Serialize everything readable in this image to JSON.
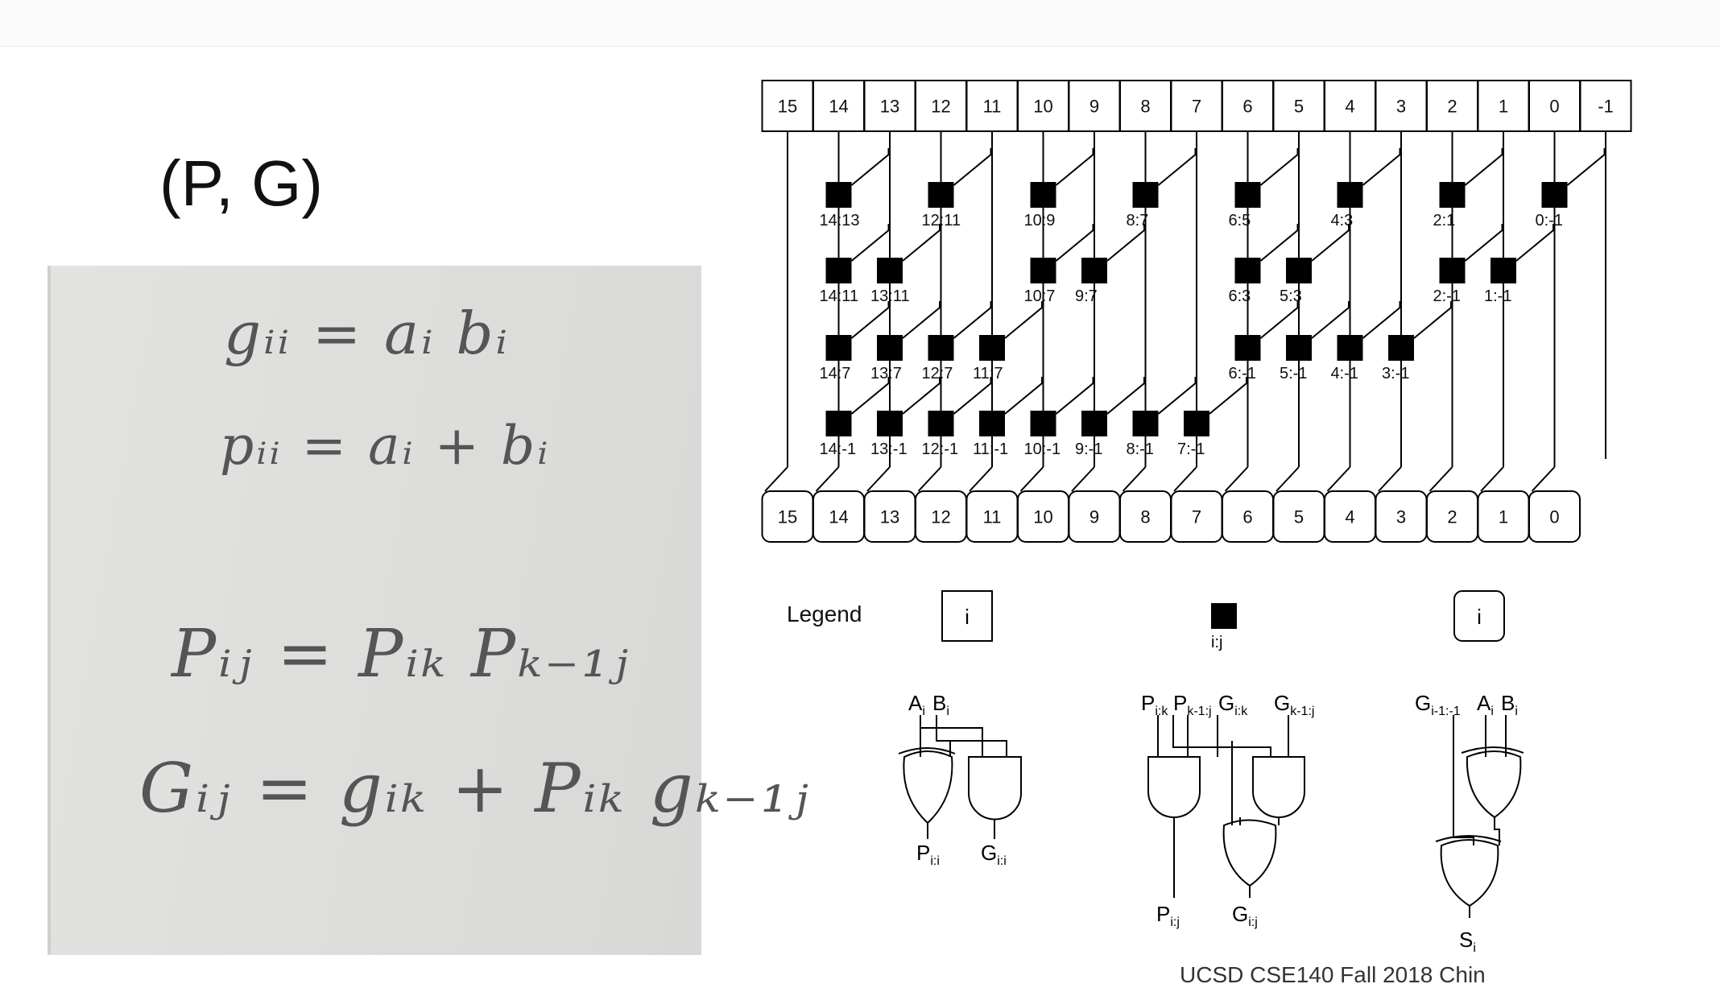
{
  "title": "(P, G)",
  "whiteboard": {
    "lines": [
      "gᵢᵢ = aᵢ bᵢ",
      "pᵢᵢ = aᵢ + bᵢ",
      "Pᵢⱼ = Pᵢₖ Pₖ₋₁ⱼ",
      "Gᵢⱼ = gᵢₖ + Pᵢₖ gₖ₋₁ⱼ"
    ]
  },
  "diagram": {
    "top_inputs": [
      "15",
      "14",
      "13",
      "12",
      "11",
      "10",
      "9",
      "8",
      "7",
      "6",
      "5",
      "4",
      "3",
      "2",
      "1",
      "0",
      "-1"
    ],
    "bottom_outputs": [
      "15",
      "14",
      "13",
      "12",
      "11",
      "10",
      "9",
      "8",
      "7",
      "6",
      "5",
      "4",
      "3",
      "2",
      "1",
      "0"
    ],
    "rows": [
      {
        "nodes": [
          {
            "col": 14,
            "label": "14:13"
          },
          {
            "col": 12,
            "label": "12:11"
          },
          {
            "col": 10,
            "label": "10:9"
          },
          {
            "col": 8,
            "label": "8:7"
          },
          {
            "col": 6,
            "label": "6:5"
          },
          {
            "col": 4,
            "label": "4:3"
          },
          {
            "col": 2,
            "label": "2:1"
          },
          {
            "col": 0,
            "label": "0:-1"
          }
        ]
      },
      {
        "nodes": [
          {
            "col": 14,
            "label": "14:11"
          },
          {
            "col": 13,
            "label": "13:11"
          },
          {
            "col": 10,
            "label": "10:7"
          },
          {
            "col": 9,
            "label": "9:7"
          },
          {
            "col": 6,
            "label": "6:3"
          },
          {
            "col": 5,
            "label": "5:3"
          },
          {
            "col": 2,
            "label": "2:-1"
          },
          {
            "col": 1,
            "label": "1:-1"
          }
        ]
      },
      {
        "nodes": [
          {
            "col": 14,
            "label": "14:7"
          },
          {
            "col": 13,
            "label": "13:7"
          },
          {
            "col": 12,
            "label": "12:7"
          },
          {
            "col": 11,
            "label": "11:7"
          },
          {
            "col": 6,
            "label": "6:-1"
          },
          {
            "col": 5,
            "label": "5:-1"
          },
          {
            "col": 4,
            "label": "4:-1"
          },
          {
            "col": 3,
            "label": "3:-1"
          }
        ]
      },
      {
        "nodes": [
          {
            "col": 14,
            "label": "14:-1"
          },
          {
            "col": 13,
            "label": "13:-1"
          },
          {
            "col": 12,
            "label": "12:-1"
          },
          {
            "col": 11,
            "label": "11:-1"
          },
          {
            "col": 10,
            "label": "10:-1"
          },
          {
            "col": 9,
            "label": "9:-1"
          },
          {
            "col": 8,
            "label": "8:-1"
          },
          {
            "col": 7,
            "label": "7:-1"
          }
        ]
      }
    ]
  },
  "legend": {
    "title": "Legend",
    "square_label": "i",
    "black_label": "i:j",
    "rounded_label": "i",
    "gate1": {
      "in_a": "A",
      "in_b": "B",
      "sub": "i",
      "out_p": "P",
      "out_g": "G",
      "out_sub": "i:i"
    },
    "gate2": {
      "in1": "P",
      "in1_sub": "i:k",
      "in2": "P",
      "in2_sub": "k-1:j",
      "in3": "G",
      "in3_sub": "i:k",
      "in4": "G",
      "in4_sub": "k-1:j",
      "out_p": "P",
      "out_g": "G",
      "out_sub": "i:j"
    },
    "gate3": {
      "in1": "G",
      "in1_sub": "i-1:-1",
      "in2": "A",
      "in3": "B",
      "sub": "i",
      "out": "S",
      "out_sub": "i"
    }
  },
  "credit": "UCSD CSE140 Fall 2018  Chin"
}
